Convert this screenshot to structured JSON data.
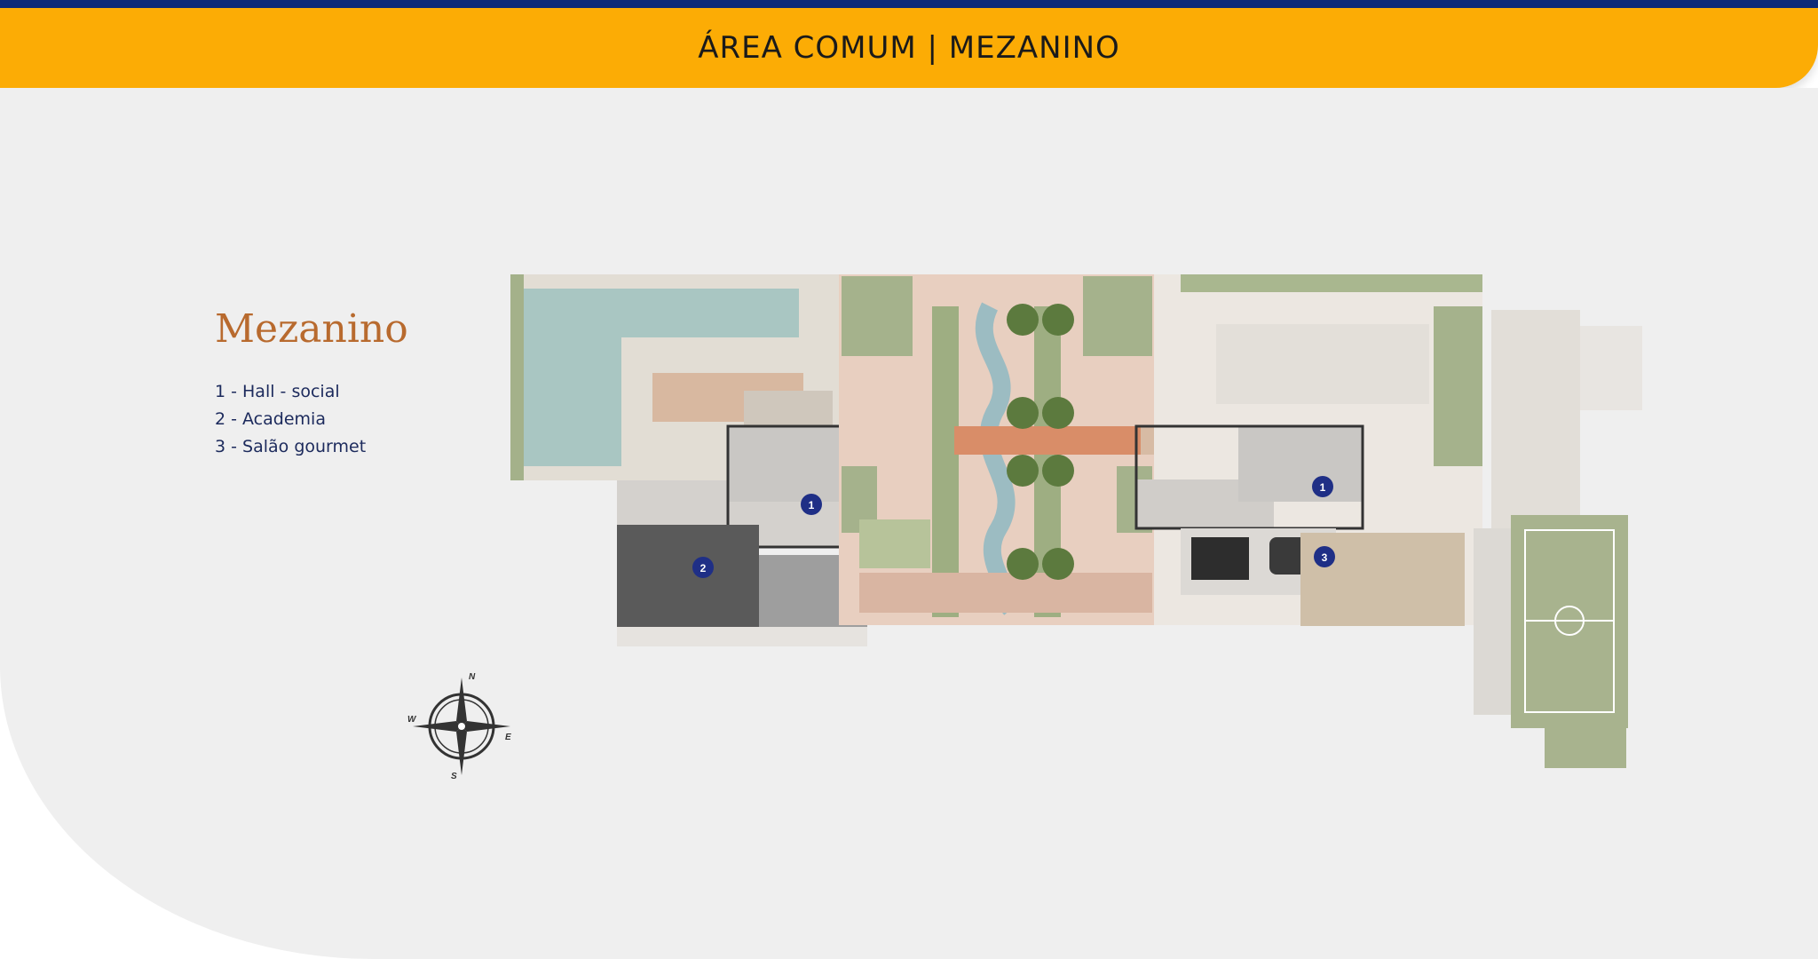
{
  "header": {
    "title": "ÁREA COMUM | MEZANINO"
  },
  "legend": {
    "title": "Mezanino",
    "items": [
      {
        "label": "1 - Hall - social"
      },
      {
        "label": "2 - Academia"
      },
      {
        "label": "3 - Salão gourmet"
      }
    ]
  },
  "plan": {
    "markers": [
      {
        "number": "1"
      },
      {
        "number": "2"
      },
      {
        "number": "1"
      },
      {
        "number": "3"
      }
    ]
  },
  "compass": {
    "n": "N",
    "s": "S",
    "e": "E",
    "w": "W"
  },
  "colors": {
    "banner": "#fcac05",
    "top_stripe": "#0e2a78",
    "background": "#efefef",
    "legend_title": "#b86a2e",
    "legend_text": "#1c2a5c",
    "marker": "#1f2f86"
  }
}
